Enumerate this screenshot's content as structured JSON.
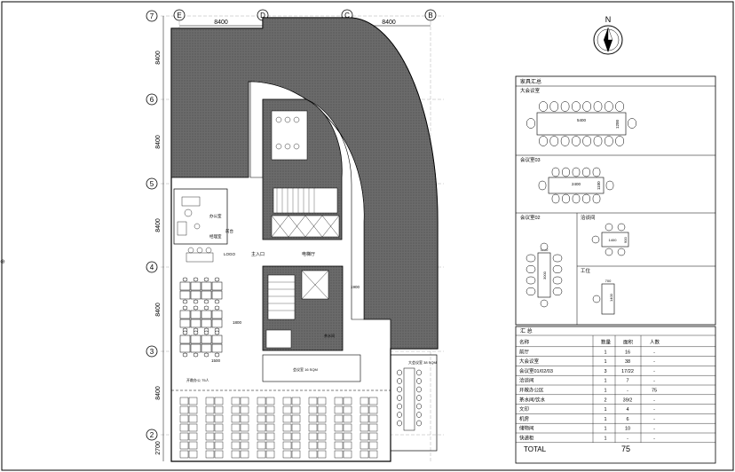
{
  "plan": {
    "grid_top": [
      "E",
      "D",
      "C",
      "B"
    ],
    "grid_left": [
      "7",
      "6",
      "5",
      "4",
      "3",
      "2"
    ],
    "dims_top": [
      "8400",
      "8400",
      "8400"
    ],
    "dims_left": [
      "8400",
      "8400",
      "8400",
      "8400",
      "8400",
      "2700"
    ],
    "room_labels": {
      "entrance": "主入口",
      "elevator_hall": "电梯厅",
      "logo": "LOGO",
      "reception": "前台",
      "room_small_a": "办公室",
      "room_small_b": "经理室",
      "tea": "茶水间",
      "open_office": "开敞办公\n75人",
      "meeting_big": "大会议室\n38 SQM",
      "meeting_mid": "会议室\n16 SQM",
      "dim_1900": "1900",
      "dim_1800": "1800",
      "dim_1500": "1500"
    }
  },
  "compass": {
    "label": "N"
  },
  "furniture": {
    "title": "家具汇总",
    "sec_big": "大会议室",
    "sec_03": "会议室03",
    "sec_02": "会议室02",
    "sec_nego": "洽谈间",
    "sec_work": "工位",
    "dim_big_w": "5400",
    "dim_big_h": "1200",
    "dim_03_w": "2400",
    "dim_03_h": "1100",
    "dim_02_w": "1100",
    "dim_02_h": "3000",
    "dim_nego_w": "1400",
    "dim_nego_h": "900",
    "dim_work_w": "700",
    "dim_work_h": "1400"
  },
  "summary": {
    "title": "汇 总",
    "headers": [
      "名称",
      "数量",
      "面积",
      "人数"
    ],
    "rows": [
      [
        "前厅",
        "1",
        "16",
        "-"
      ],
      [
        "大会议室",
        "1",
        "38",
        "-"
      ],
      [
        "会议室01/02/03",
        "3",
        "17/22",
        "-"
      ],
      [
        "洽谈间",
        "1",
        "7",
        "-"
      ],
      [
        "开敞办公区",
        "1",
        "-",
        "75"
      ],
      [
        "茶水间/饮水",
        "2",
        "39/2",
        "-"
      ],
      [
        "文印",
        "1",
        "4",
        "-"
      ],
      [
        "机房",
        "1",
        "6",
        "-"
      ],
      [
        "储物间",
        "1",
        "10",
        "-"
      ],
      [
        "快递柜",
        "1",
        "-",
        "-"
      ]
    ],
    "total_label": "TOTAL",
    "total_value": "75"
  }
}
